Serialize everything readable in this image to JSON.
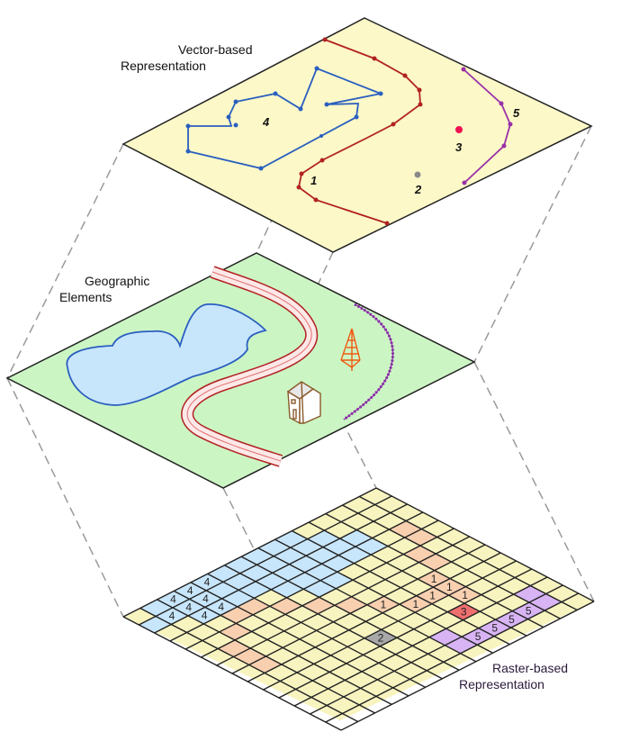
{
  "labels": {
    "vector_line1": "Vector-based",
    "vector_line2": "Representation",
    "geo_line1": "Geographic",
    "geo_line2": "Elements",
    "raster_line1": "Raster-based",
    "raster_line2": "Representation"
  },
  "colors": {
    "vector_plane": "#fcf8c8",
    "geo_plane": "#ccf5c4",
    "raster_base": "#f8f4c0",
    "lake_fill": "#c8e6fb",
    "lake_stroke": "#2a5fc0",
    "road_stroke": "#b22222",
    "rail_stroke": "#8a2aa8",
    "tower": "#f05a10",
    "house": "#8a5a2a",
    "point_3": "#f01050",
    "point_2": "#8a8a8a",
    "raster_water": "#c8e6fb",
    "raster_road": "#f8d0b0",
    "raster_rail": "#d8b4f4",
    "raster_point3": "#f07070",
    "raster_point2": "#a8a8a8"
  },
  "vector_features": [
    {
      "id": "1",
      "type": "line",
      "name": "road"
    },
    {
      "id": "2",
      "type": "point",
      "name": "house"
    },
    {
      "id": "3",
      "type": "point",
      "name": "tower"
    },
    {
      "id": "4",
      "type": "polygon",
      "name": "lake"
    },
    {
      "id": "5",
      "type": "line",
      "name": "railway"
    }
  ],
  "raster": {
    "cols": 14,
    "rows": 15,
    "cells": [
      {
        "u": 3,
        "v": 1,
        "c": "road"
      },
      {
        "u": 4,
        "v": 1,
        "c": "road"
      },
      {
        "u": 5,
        "v": 2,
        "c": "road"
      },
      {
        "u": 6,
        "v": 2,
        "c": "road"
      },
      {
        "u": 7,
        "v": 3,
        "c": "road",
        "t": "1"
      },
      {
        "u": 8,
        "v": 3,
        "c": "road",
        "t": "1"
      },
      {
        "u": 9,
        "v": 3,
        "c": "road",
        "t": "1"
      },
      {
        "u": 8,
        "v": 4,
        "c": "road",
        "t": "1"
      },
      {
        "u": 8,
        "v": 5,
        "c": "road",
        "t": "1"
      },
      {
        "u": 7,
        "v": 6,
        "c": "road",
        "t": "1"
      },
      {
        "u": 6,
        "v": 7,
        "c": "road"
      },
      {
        "u": 5,
        "v": 8,
        "c": "road"
      },
      {
        "u": 4,
        "v": 9,
        "c": "road"
      },
      {
        "u": 3,
        "v": 10,
        "c": "road"
      },
      {
        "u": 3,
        "v": 11,
        "c": "road"
      },
      {
        "u": 4,
        "v": 12,
        "c": "road"
      },
      {
        "u": 5,
        "v": 13,
        "c": "road"
      },
      {
        "u": 6,
        "v": 13,
        "c": "road"
      },
      {
        "u": 7,
        "v": 13,
        "c": "road"
      },
      {
        "u": 11,
        "v": 1,
        "c": "rail"
      },
      {
        "u": 12,
        "v": 1,
        "c": "rail"
      },
      {
        "u": 12,
        "v": 2,
        "c": "rail",
        "t": "5"
      },
      {
        "u": 12,
        "v": 3,
        "c": "rail",
        "t": "5"
      },
      {
        "u": 12,
        "v": 4,
        "c": "rail",
        "t": "5"
      },
      {
        "u": 12,
        "v": 5,
        "c": "rail",
        "t": "5"
      },
      {
        "u": 11,
        "v": 6,
        "c": "rail"
      },
      {
        "u": 12,
        "v": 6,
        "c": "rail"
      },
      {
        "u": 10,
        "v": 4,
        "c": "p3",
        "t": "3"
      },
      {
        "u": 9,
        "v": 8,
        "c": "p2",
        "t": "2"
      },
      {
        "u": 0,
        "v": 5,
        "c": "water"
      },
      {
        "u": 1,
        "v": 5,
        "c": "water"
      },
      {
        "u": 2,
        "v": 5,
        "c": "water"
      },
      {
        "u": 3,
        "v": 5,
        "c": "water"
      },
      {
        "u": 0,
        "v": 6,
        "c": "water"
      },
      {
        "u": 1,
        "v": 6,
        "c": "water"
      },
      {
        "u": 2,
        "v": 6,
        "c": "water"
      },
      {
        "u": 3,
        "v": 6,
        "c": "water"
      },
      {
        "u": 4,
        "v": 6,
        "c": "water"
      },
      {
        "u": 0,
        "v": 7,
        "c": "water"
      },
      {
        "u": 1,
        "v": 7,
        "c": "water"
      },
      {
        "u": 2,
        "v": 7,
        "c": "water"
      },
      {
        "u": 3,
        "v": 7,
        "c": "water"
      },
      {
        "u": 4,
        "v": 7,
        "c": "water"
      },
      {
        "u": 0,
        "v": 8,
        "c": "water"
      },
      {
        "u": 1,
        "v": 8,
        "c": "water"
      },
      {
        "u": 2,
        "v": 8,
        "c": "water"
      },
      {
        "u": 3,
        "v": 8,
        "c": "water"
      },
      {
        "u": 0,
        "v": 9,
        "c": "water"
      },
      {
        "u": 1,
        "v": 9,
        "c": "water"
      },
      {
        "u": 2,
        "v": 9,
        "c": "water"
      },
      {
        "u": 1,
        "v": 10,
        "c": "water"
      },
      {
        "u": 2,
        "v": 10,
        "c": "water"
      },
      {
        "u": 1,
        "v": 4,
        "c": "water"
      },
      {
        "u": 2,
        "v": 4,
        "c": "water"
      },
      {
        "u": 3,
        "v": 4,
        "c": "water"
      },
      {
        "u": 2,
        "v": 3,
        "c": "water"
      },
      {
        "u": 3,
        "v": 3,
        "c": "water"
      },
      {
        "u": 0,
        "v": 10,
        "c": "water",
        "t": "4"
      },
      {
        "u": 0,
        "v": 11,
        "c": "water",
        "t": "4"
      },
      {
        "u": 0,
        "v": 12,
        "c": "water",
        "t": "4"
      },
      {
        "u": 1,
        "v": 11,
        "c": "water",
        "t": "4"
      },
      {
        "u": 1,
        "v": 12,
        "c": "water",
        "t": "4"
      },
      {
        "u": 1,
        "v": 13,
        "c": "water",
        "t": "4"
      },
      {
        "u": 2,
        "v": 11,
        "c": "water",
        "t": "4"
      },
      {
        "u": 2,
        "v": 12,
        "c": "water",
        "t": "4"
      },
      {
        "u": 0,
        "v": 13,
        "c": "water"
      },
      {
        "u": 1,
        "v": 14,
        "c": "water"
      }
    ]
  }
}
